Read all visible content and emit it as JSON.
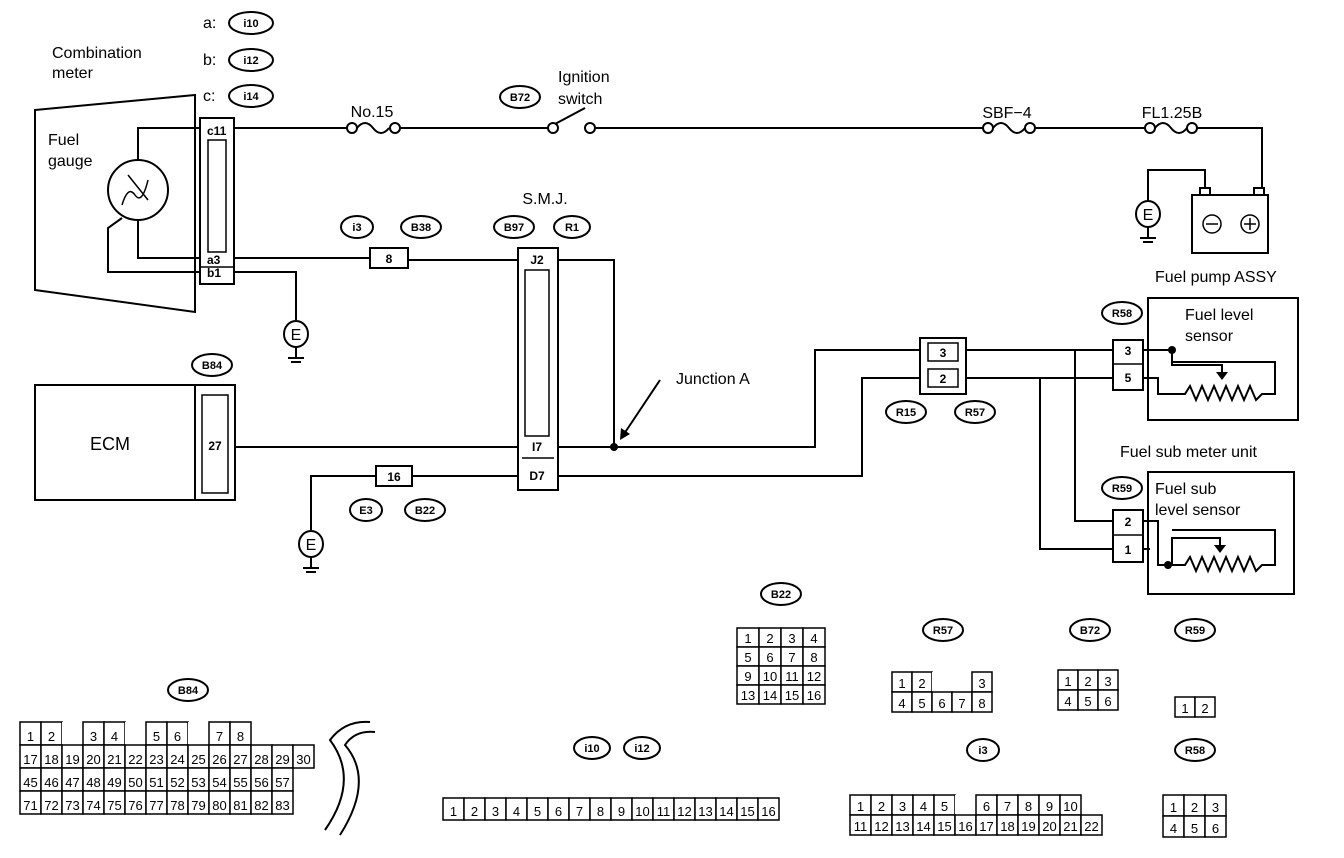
{
  "connector_legend": [
    {
      "letter": "a:",
      "code": "i10"
    },
    {
      "letter": "b:",
      "code": "i12"
    },
    {
      "letter": "c:",
      "code": "i14"
    }
  ],
  "labels": {
    "combination_meter_1": "Combination",
    "combination_meter_2": "meter",
    "fuel_gauge_1": "Fuel",
    "fuel_gauge_2": "gauge",
    "fuse": "No.15",
    "ignition_1": "Ignition",
    "ignition_2": "switch",
    "sbf": "SBF−4",
    "fl": "FL1.25B",
    "smj": "S.M.J.",
    "fuel_pump": "Fuel pump ASSY",
    "fuel_level_1": "Fuel level",
    "fuel_level_2": "sensor",
    "fuel_sub_meter": "Fuel sub meter unit",
    "fuel_sub_level_1": "Fuel sub",
    "fuel_sub_level_2": "level sensor",
    "junction": "Junction A",
    "ecm": "ECM",
    "ground": "E"
  },
  "connector_tags": {
    "b72": "B72",
    "i3": "i3",
    "b38": "B38",
    "b97": "B97",
    "r1": "R1",
    "b84": "B84",
    "r58": "R58",
    "r15": "R15",
    "r57": "R57",
    "r59": "R59",
    "e3": "E3",
    "b22": "B22",
    "i10": "i10",
    "i12": "i12"
  },
  "pins": {
    "c11": "c11",
    "a3": "a3",
    "b1": "b1",
    "i3_8": "8",
    "j2": "J2",
    "i7": "I7",
    "d7": "D7",
    "ecm_27": "27",
    "e3_16": "16",
    "r15_3": "3",
    "r15_2": "2",
    "r58_3": "3",
    "r58_5": "5",
    "r59_2": "2",
    "r59_1": "1"
  },
  "connector_views": {
    "b84_rows": [
      [
        "1",
        "2",
        "",
        "3",
        "4",
        "",
        "5",
        "6",
        "",
        "7",
        "8"
      ],
      [
        "17",
        "18",
        "19",
        "20",
        "21",
        "22",
        "23",
        "24",
        "25",
        "26",
        "27",
        "28",
        "29",
        "30"
      ],
      [
        "45",
        "46",
        "47",
        "48",
        "49",
        "50",
        "51",
        "52",
        "53",
        "54",
        "55",
        "56",
        "57"
      ],
      [
        "71",
        "72",
        "73",
        "74",
        "75",
        "76",
        "77",
        "78",
        "79",
        "80",
        "81",
        "82",
        "83"
      ]
    ],
    "i10_row": [
      "1",
      "2",
      "3",
      "4",
      "5",
      "6",
      "7",
      "8",
      "9",
      "10",
      "11",
      "12",
      "13",
      "14",
      "15",
      "16"
    ],
    "b22_rows": [
      [
        "1",
        "2",
        "3",
        "4"
      ],
      [
        "5",
        "6",
        "7",
        "8"
      ],
      [
        "9",
        "10",
        "11",
        "12"
      ],
      [
        "13",
        "14",
        "15",
        "16"
      ]
    ],
    "r57_rows": [
      [
        "1",
        "2",
        "",
        "",
        "3"
      ],
      [
        "4",
        "5",
        "6",
        "7",
        "8"
      ]
    ],
    "b72_rows": [
      [
        "1",
        "2",
        "3"
      ],
      [
        "4",
        "5",
        "6"
      ]
    ],
    "r59_row": [
      "1",
      "2"
    ],
    "i3_rows": [
      [
        "1",
        "2",
        "3",
        "4",
        "5",
        "",
        "6",
        "7",
        "8",
        "9",
        "10"
      ],
      [
        "11",
        "12",
        "13",
        "14",
        "15",
        "16",
        "17",
        "18",
        "19",
        "20",
        "21",
        "22"
      ]
    ],
    "r58_rows": [
      [
        "1",
        "2",
        "3"
      ],
      [
        "4",
        "5",
        "6"
      ]
    ]
  }
}
